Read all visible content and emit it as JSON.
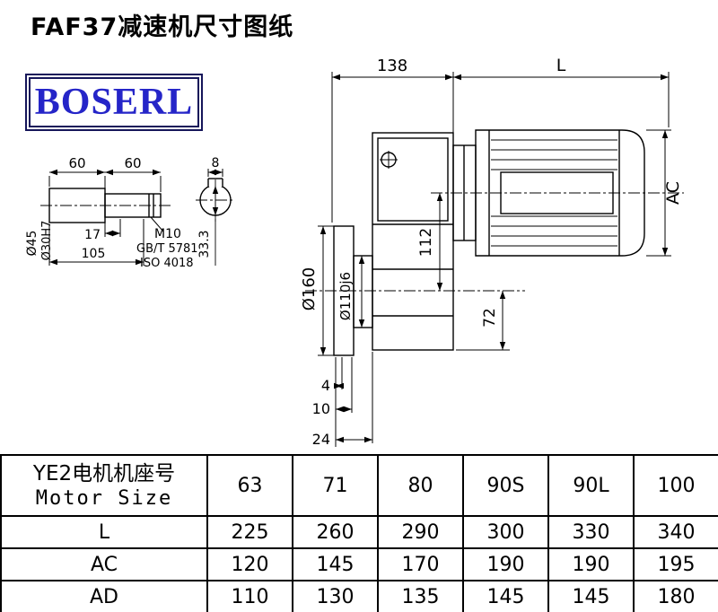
{
  "title": "FAF37减速机尺寸图纸",
  "logo_text": "BOSERL",
  "drawing": {
    "dim_138": "138",
    "dim_L": "L",
    "dim_AC": "AC",
    "dim_112": "112",
    "dim_72": "72",
    "dim_4": "4",
    "dim_10": "10",
    "dim_24": "24",
    "flange_dia_160": "Ø160",
    "flange_dia_110": "Ø110j6",
    "shaft_dim_60a": "60",
    "shaft_dim_60b": "60",
    "key_width_8": "8",
    "shaft_dia_45": "Ø45",
    "shaft_dia_30": "Ø30H7",
    "shaft_dim_17": "17",
    "shaft_dim_105": "105",
    "thread_m10": "M10",
    "std_gb": "GB/T 5781",
    "std_iso": "ISO 4018",
    "key_depth_333": "33.3"
  },
  "table": {
    "header_line1": "YE2电机机座号",
    "header_line2": "Motor Size",
    "sizes": [
      "63",
      "71",
      "80",
      "90S",
      "90L",
      "100"
    ],
    "rows": [
      {
        "label": "L",
        "values": [
          "225",
          "260",
          "290",
          "300",
          "330",
          "340"
        ]
      },
      {
        "label": "AC",
        "values": [
          "120",
          "145",
          "170",
          "190",
          "190",
          "195"
        ]
      },
      {
        "label": "AD",
        "values": [
          "110",
          "130",
          "135",
          "145",
          "145",
          "180"
        ]
      }
    ]
  }
}
